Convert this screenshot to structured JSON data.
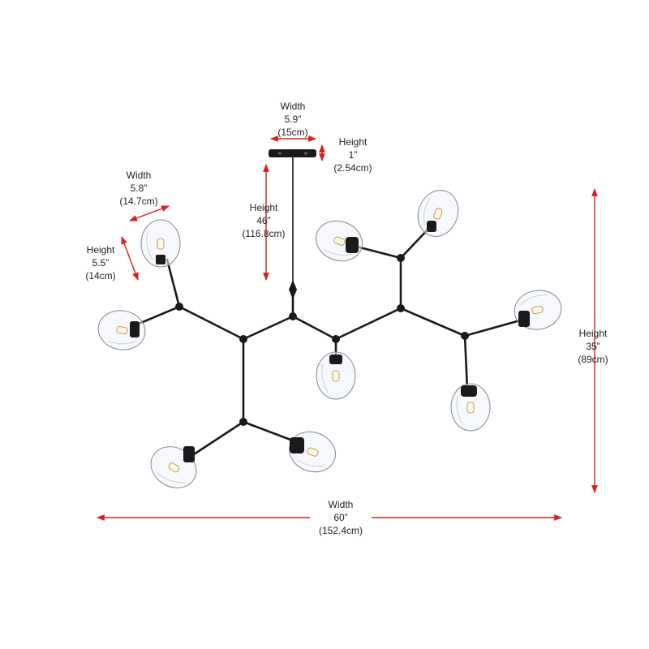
{
  "colors": {
    "dimension_line": "#d42020",
    "fixture": "#1a1a1a",
    "glass": "#eef3f7",
    "background": "#ffffff"
  },
  "dimensions": {
    "canopy_width": {
      "label": "Width",
      "imperial": "5.9”",
      "metric": "(15cm)"
    },
    "canopy_height": {
      "label": "Height",
      "imperial": "1”",
      "metric": "(2.54cm)"
    },
    "rod_height": {
      "label": "Height",
      "imperial": "46”",
      "metric": "(116.8cm)"
    },
    "shade_width": {
      "label": "Width",
      "imperial": "5.8”",
      "metric": "(14.7cm)"
    },
    "shade_height": {
      "label": "Height",
      "imperial": "5.5”",
      "metric": "(14cm)"
    },
    "fixture_height": {
      "label": "Height",
      "imperial": "35”",
      "metric": "(89cm)"
    },
    "fixture_width": {
      "label": "Width",
      "imperial": "60”",
      "metric": "(152.4cm)"
    }
  },
  "fixture": {
    "shade_count": 9,
    "icon": "molecular-chandelier"
  }
}
